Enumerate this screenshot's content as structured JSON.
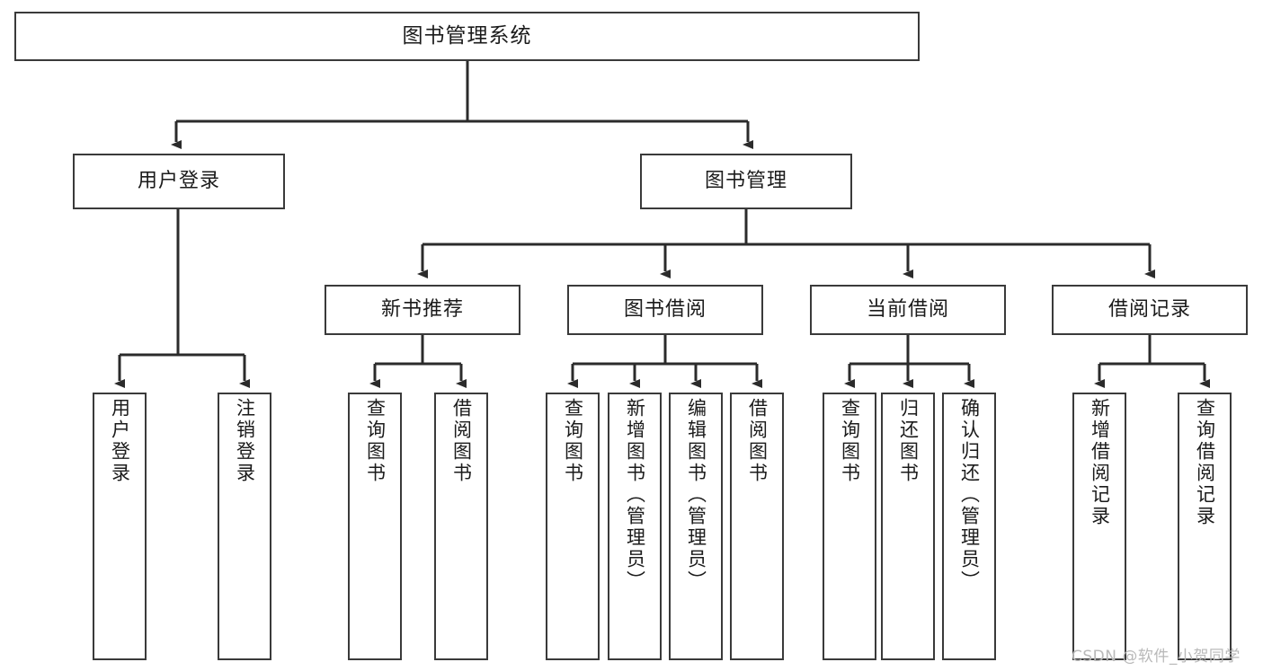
{
  "diagram": {
    "title": "图书管理系统",
    "watermark": "CSDN @软件_小贺同学",
    "style": {
      "box_border": "#3a3a3a",
      "box_fill": "#ffffff",
      "line": "#2b2b2b",
      "text": "#1b1b1b",
      "watermark_color": "#b9b9b9"
    },
    "nodes": {
      "root": {
        "label": "图书管理系统"
      },
      "l1": [
        {
          "label": "用户登录"
        },
        {
          "label": "图书管理"
        }
      ],
      "l2": [
        {
          "label": "新书推荐"
        },
        {
          "label": "图书借阅"
        },
        {
          "label": "当前借阅"
        },
        {
          "label": "借阅记录"
        }
      ],
      "leaves": {
        "user_login": [
          {
            "label": "用户登录"
          },
          {
            "label": "注销登录"
          }
        ],
        "new_book_recommend": [
          {
            "label": "查询图书"
          },
          {
            "label": "借阅图书"
          }
        ],
        "book_borrow": [
          {
            "label": "查询图书"
          },
          {
            "label": "新增图书（管理员）"
          },
          {
            "label": "编辑图书（管理员）"
          },
          {
            "label": "借阅图书"
          }
        ],
        "current_borrow": [
          {
            "label": "查询图书"
          },
          {
            "label": "归还图书"
          },
          {
            "label": "确认归还（管理员）"
          }
        ],
        "borrow_record": [
          {
            "label": "新增借阅记录"
          },
          {
            "label": "查询借阅记录"
          }
        ]
      }
    }
  }
}
